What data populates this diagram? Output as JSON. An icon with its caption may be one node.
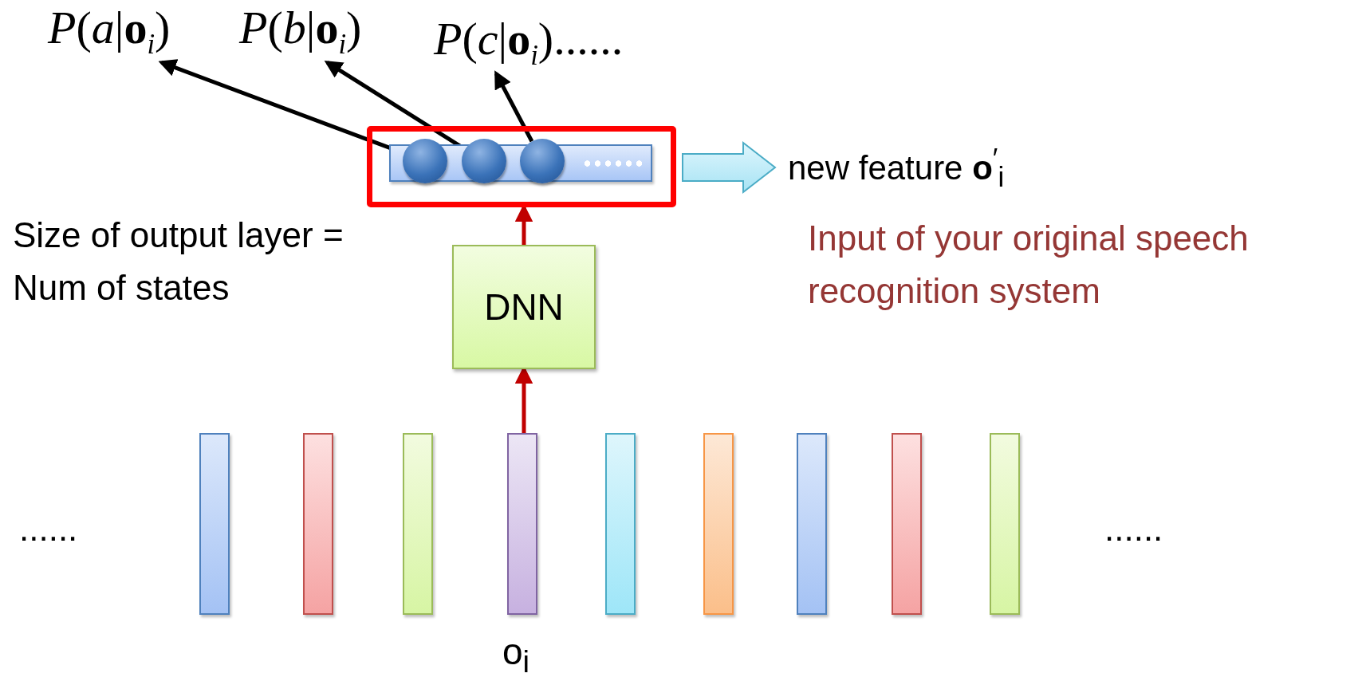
{
  "diagram": {
    "nodes": [
      {
        "text": [
          "*P*(*a*|**o**$_{i}$)"
        ]
      },
      {
        "text": [
          "*P*(*b*|**o**$_{i}$)"
        ]
      },
      {
        "text": [
          "*P*(*c*|**o**$_{i}$)......"
        ]
      },
      {
        "text": [],
        "shape": "box"
      },
      {
        "text": [],
        "shape": "bar",
        "in": 3
      },
      {
        "text": [],
        "shape": "circle",
        "in": 4
      },
      {
        "text": [],
        "shape": "circle",
        "in": 4
      },
      {
        "text": [],
        "shape": "circle",
        "in": 4
      },
      {
        "text": [
          "new feature **o**$^{′}$$_{i}$"
        ]
      },
      {
        "text": [
          "DNN"
        ]
      },
      {
        "text": [],
        "shape": "bar"
      },
      {
        "text": [],
        "shape": "bar"
      },
      {
        "text": [],
        "shape": "bar"
      },
      {
        "text": [],
        "shape": "bar",
        "beside": [
          "o$_{i}$"
        ]
      },
      {
        "text": [],
        "shape": "bar"
      },
      {
        "text": [],
        "shape": "bar"
      },
      {
        "text": [],
        "shape": "bar"
      },
      {
        "text": [],
        "shape": "bar"
      },
      {
        "text": [],
        "shape": "bar"
      }
    ],
    "edges": [
      {
        "from": 5,
        "to": 0,
        "arrow": "to"
      },
      {
        "from": 6,
        "to": 1,
        "arrow": "to"
      },
      {
        "from": 7,
        "to": 2,
        "arrow": "to"
      },
      {
        "from": 9,
        "to": 3,
        "arrow": "to",
        "color": "#c00000"
      },
      {
        "from": 13,
        "to": 9,
        "arrow": "to",
        "color": "#c00000"
      },
      {
        "from": 3,
        "to": 8,
        "arrow": "to",
        "style": "thick",
        "color": "#4bacc6"
      }
    ],
    "labels": [
      "Size of output layer = Num of states",
      "Input of your original speech recognition system",
      "......",
      "......"
    ]
  }
}
